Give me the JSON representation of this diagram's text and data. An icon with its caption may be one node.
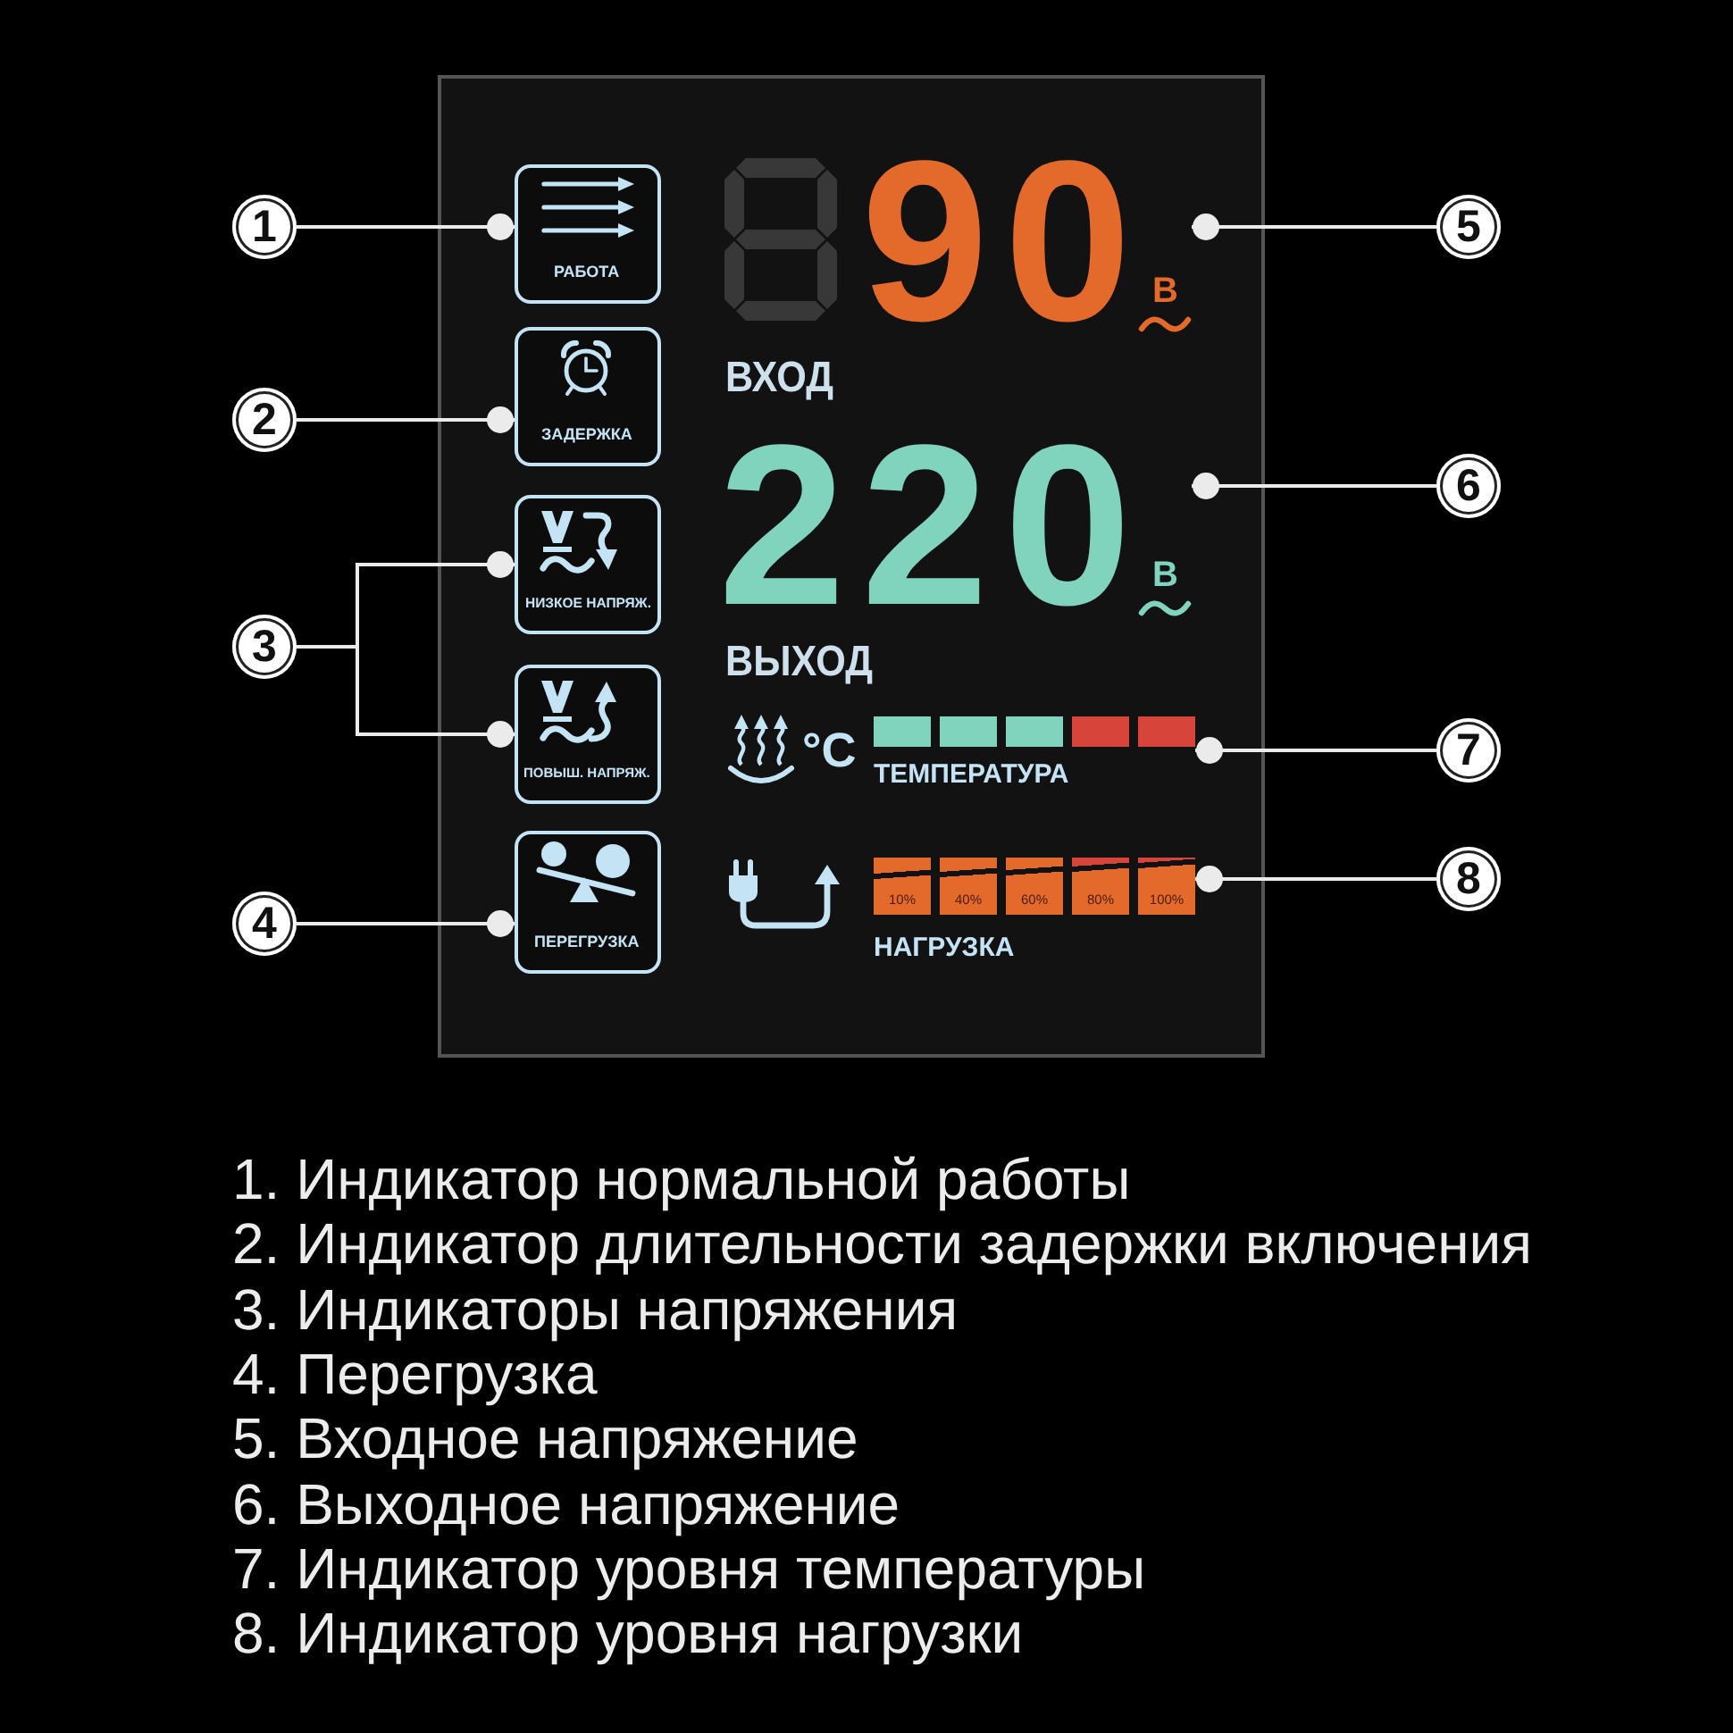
{
  "diagram": {
    "nodes": [
      {
        "text": [
          "1"
        ]
      },
      {
        "text": [
          "2"
        ]
      },
      {
        "text": [
          "3"
        ]
      },
      {
        "text": [
          "4"
        ]
      },
      {
        "text": [],
        "shape": "box"
      },
      {
        "text": [
          "РАБОТА"
        ],
        "in": 4
      },
      {
        "text": [
          "ЗАДЕРЖКА"
        ],
        "in": 4
      },
      {
        "text": [
          "НИЗКОЕ НАПРЯЖ."
        ],
        "in": 4
      },
      {
        "text": [
          "ПОВЫШ. НАПРЯЖ."
        ],
        "in": 4
      },
      {
        "text": [
          "ПЕРЕГРУЗКА"
        ],
        "in": 4
      },
      {
        "text": [
          "90",
          "В",
          "ВХОД"
        ],
        "in": 4
      },
      {
        "text": [
          "220",
          "В",
          "ВЫХОД"
        ],
        "in": 4
      },
      {
        "text": [
          "°C",
          "ТЕМПЕРАТУРА"
        ],
        "in": 4
      },
      {
        "text": [
          "10%",
          "40%",
          "60%",
          "80%",
          "100%",
          "НАГРУЗКА"
        ],
        "in": 4
      },
      {
        "text": [
          "5"
        ]
      },
      {
        "text": [
          "6"
        ]
      },
      {
        "text": [
          "7"
        ]
      },
      {
        "text": [
          "8"
        ]
      }
    ],
    "edges": [
      {
        "from": 0,
        "to": 5,
        "arrow": "other"
      },
      {
        "from": 1,
        "to": 6,
        "arrow": "other"
      },
      {
        "from": 2,
        "to": 7,
        "arrow": "other"
      },
      {
        "from": 2,
        "to": 8,
        "arrow": "other"
      },
      {
        "from": 3,
        "to": 9,
        "arrow": "other"
      },
      {
        "from": 14,
        "to": 10,
        "arrow": "other"
      },
      {
        "from": 15,
        "to": 11,
        "arrow": "other"
      },
      {
        "from": 16,
        "to": 12,
        "arrow": "other"
      },
      {
        "from": 17,
        "to": 13,
        "arrow": "other"
      }
    ],
    "labels": [
      "1. Индикатор нормальной работы",
      "2. Индикатор длительности задержки включения",
      "3. Индикаторы напряжения",
      "4. Перегрузка",
      "5. Входное напряжение",
      "6. Выходное напряжение",
      "7. Индикатор уровня температуры",
      "8. Индикатор уровня нагрузки"
    ]
  }
}
